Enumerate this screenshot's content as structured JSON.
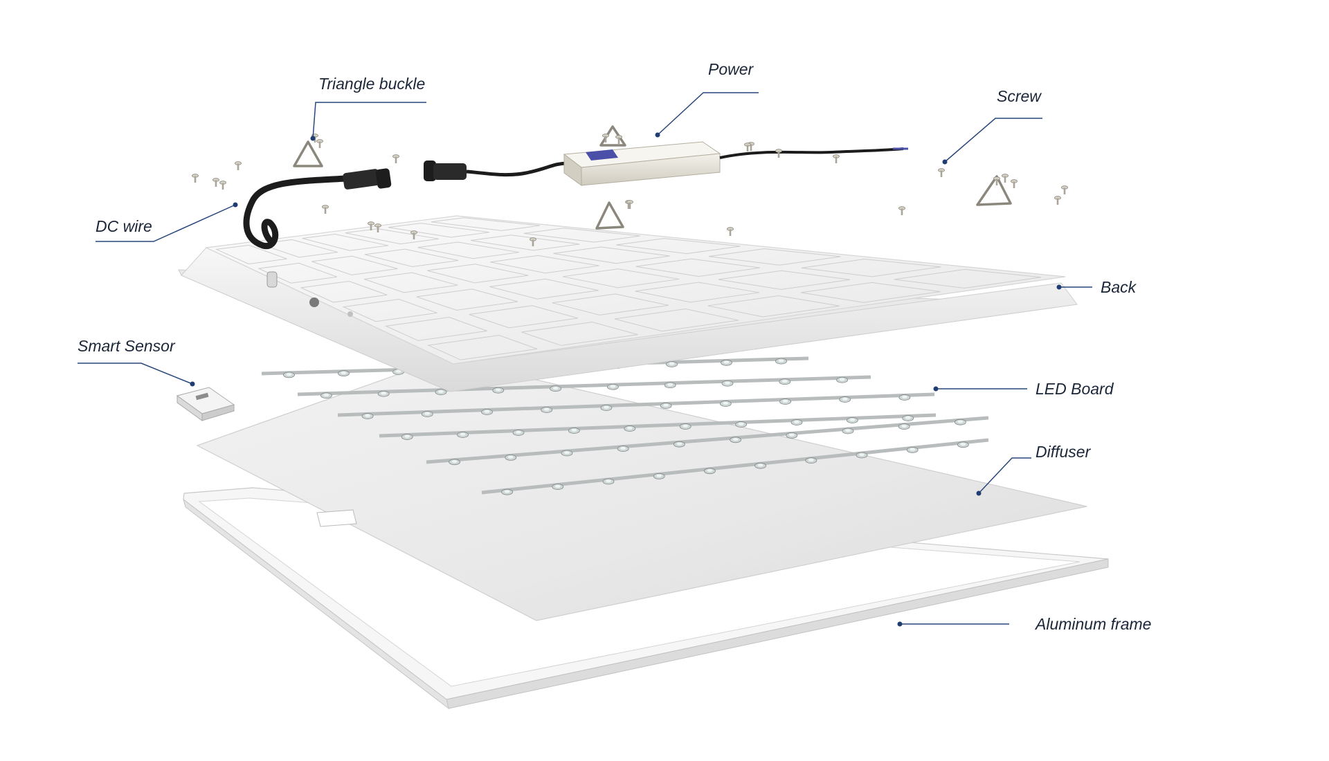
{
  "diagram": {
    "components": [
      {
        "id": "triangle-buckle",
        "label": "Triangle buckle"
      },
      {
        "id": "power",
        "label": "Power"
      },
      {
        "id": "screw",
        "label": "Screw"
      },
      {
        "id": "dc-wire",
        "label": "DC wire"
      },
      {
        "id": "back",
        "label": "Back"
      },
      {
        "id": "smart-sensor",
        "label": "Smart Sensor"
      },
      {
        "id": "led-board",
        "label": "LED Board"
      },
      {
        "id": "diffuser",
        "label": "Diffuser"
      },
      {
        "id": "aluminum-frame",
        "label": "Aluminum frame"
      }
    ]
  },
  "colors": {
    "label_text": "#1b2638",
    "leader_line": "#27467a",
    "panel_white": "#f4f4f4",
    "diffuser_gray": "#e9e9e9",
    "cable_black": "#1c1c1c"
  }
}
